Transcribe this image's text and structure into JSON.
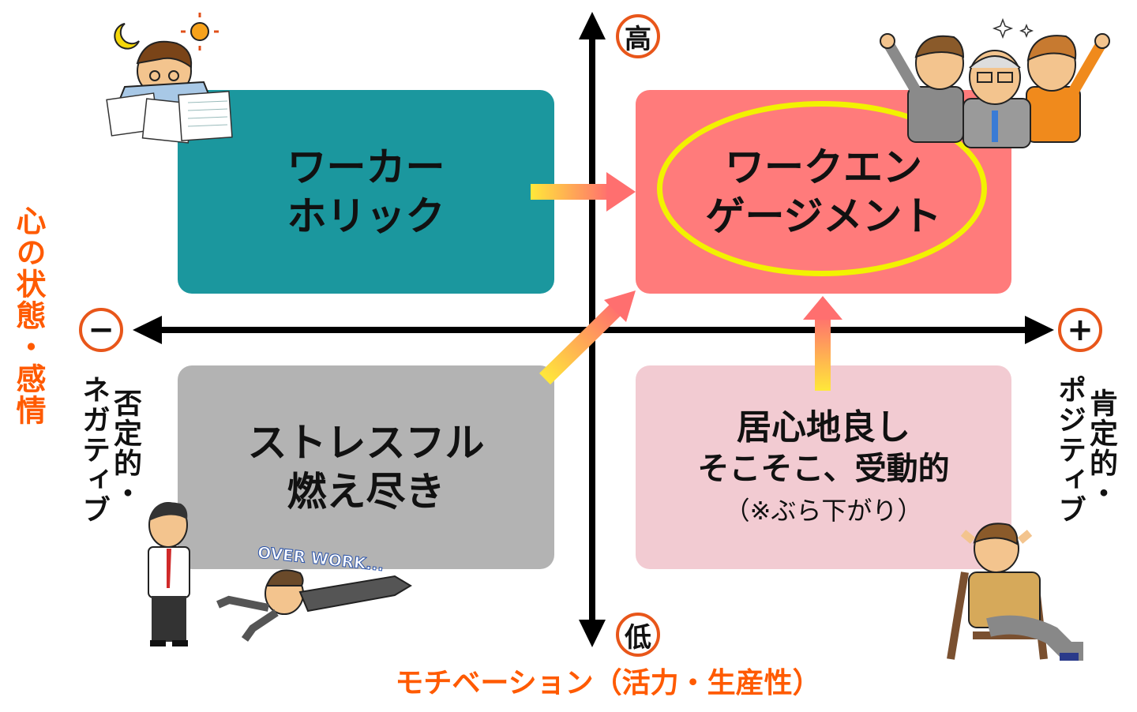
{
  "axes": {
    "y_high": "高",
    "y_low": "低",
    "x_minus": "−",
    "x_plus": "+",
    "y_axis_label": "心の状態・感情",
    "x_axis_label": "モチベーション（活力・生産性）",
    "left_label_line1": "否定的・",
    "left_label_line2": "ネガティブ",
    "right_label_line1": "肯定的・",
    "right_label_line2": "ポジティブ"
  },
  "quadrants": {
    "top_left": {
      "line1": "ワーカー",
      "line2": "ホリック"
    },
    "top_right": {
      "line1": "ワークエン",
      "line2": "ゲージメント"
    },
    "bottom_left": {
      "line1": "ストレスフル",
      "line2": "燃え尽き"
    },
    "bottom_right": {
      "line1": "居心地良し",
      "line2": "そこそこ、受動的",
      "note": "（※ぶら下がり）"
    }
  },
  "illustrations": {
    "overwork_text": "OVER WORK..."
  },
  "colors": {
    "teal": "#1b979e",
    "coral": "#ff7b7b",
    "gray": "#b3b3b3",
    "pink": "#f2cbd2",
    "orange": "#ff5a00",
    "axis": "#000000",
    "highlight_ring": "#f2f200"
  }
}
